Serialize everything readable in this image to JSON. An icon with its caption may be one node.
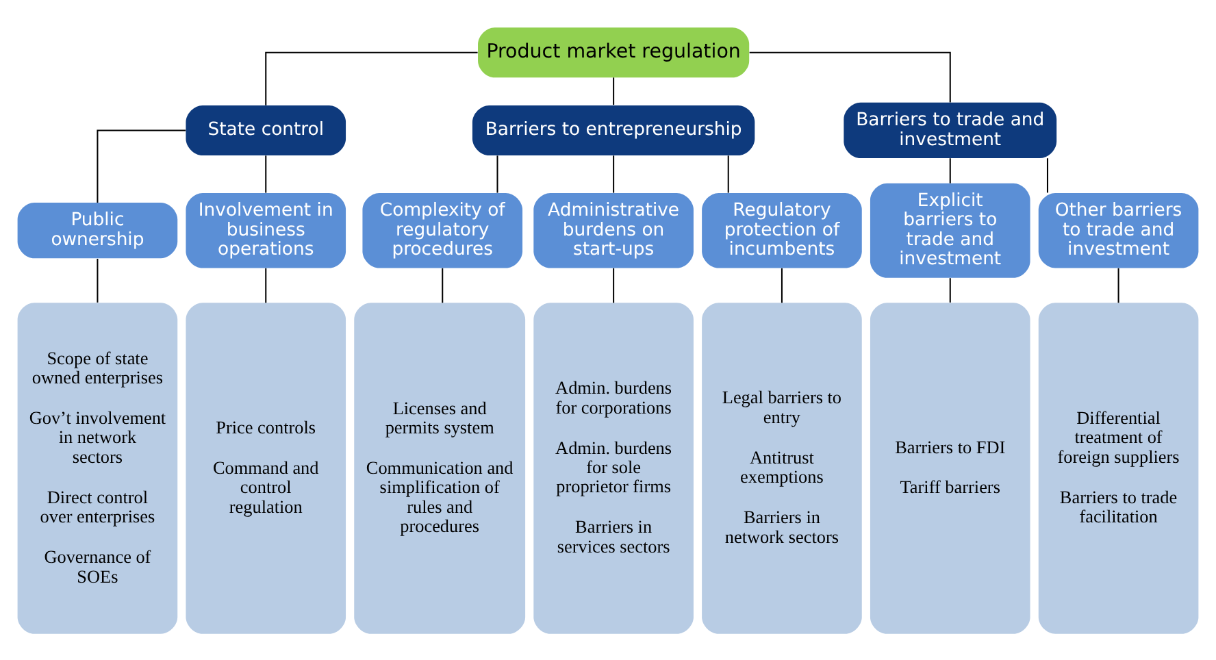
{
  "diagram": {
    "nodes": [
      {
        "text": [
          "Product market regulation"
        ]
      },
      {
        "text": [
          "State control"
        ]
      },
      {
        "text": [
          "Barriers to entrepreneurship"
        ]
      },
      {
        "text": [
          "Barriers to trade and investment"
        ]
      },
      {
        "text": [
          "Public ownership"
        ]
      },
      {
        "text": [
          "Involvement in business operations"
        ]
      },
      {
        "text": [
          "Complexity of regulatory procedures"
        ]
      },
      {
        "text": [
          "Administrative burdens on start-ups"
        ]
      },
      {
        "text": [
          "Regulatory protection of incumbents"
        ]
      },
      {
        "text": [
          "Explicit barriers to trade and investment"
        ]
      },
      {
        "text": [
          "Other barriers to trade and investment"
        ]
      },
      {
        "text": [
          "Scope of state owned enterprises",
          "Gov’t involvement in network sectors",
          "Direct control over enterprises",
          "Governance of SOEs"
        ]
      },
      {
        "text": [
          "Price controls",
          "Command and control regulation"
        ]
      },
      {
        "text": [
          "Licenses and permits system",
          "Communication and simplification of rules and procedures"
        ]
      },
      {
        "text": [
          "Admin. burdens for corporations",
          "Admin. burdens for sole proprietor firms",
          "Barriers in services sectors"
        ]
      },
      {
        "text": [
          "Legal barriers to entry",
          "Antitrust exemptions",
          "Barriers in network sectors"
        ]
      },
      {
        "text": [
          "Barriers to FDI",
          "Tariff barriers"
        ]
      },
      {
        "text": [
          "Differential treatment of foreign suppliers",
          "Barriers to trade facilitation"
        ]
      }
    ],
    "edges": [
      {
        "from": 0,
        "to": 1,
        "arrow": "none"
      },
      {
        "from": 0,
        "to": 2,
        "arrow": "none"
      },
      {
        "from": 0,
        "to": 3,
        "arrow": "none"
      },
      {
        "from": 1,
        "to": 4,
        "arrow": "none"
      },
      {
        "from": 1,
        "to": 5,
        "arrow": "none"
      },
      {
        "from": 2,
        "to": 6,
        "arrow": "none"
      },
      {
        "from": 2,
        "to": 7,
        "arrow": "none"
      },
      {
        "from": 2,
        "to": 8,
        "arrow": "none"
      },
      {
        "from": 3,
        "to": 9,
        "arrow": "none"
      },
      {
        "from": 3,
        "to": 10,
        "arrow": "none"
      },
      {
        "from": 4,
        "to": 11,
        "arrow": "none"
      },
      {
        "from": 5,
        "to": 12,
        "arrow": "none"
      },
      {
        "from": 6,
        "to": 13,
        "arrow": "none"
      },
      {
        "from": 7,
        "to": 14,
        "arrow": "none"
      },
      {
        "from": 8,
        "to": 15,
        "arrow": "none"
      },
      {
        "from": 9,
        "to": 16,
        "arrow": "none"
      },
      {
        "from": 10,
        "to": 17,
        "arrow": "none"
      }
    ]
  }
}
